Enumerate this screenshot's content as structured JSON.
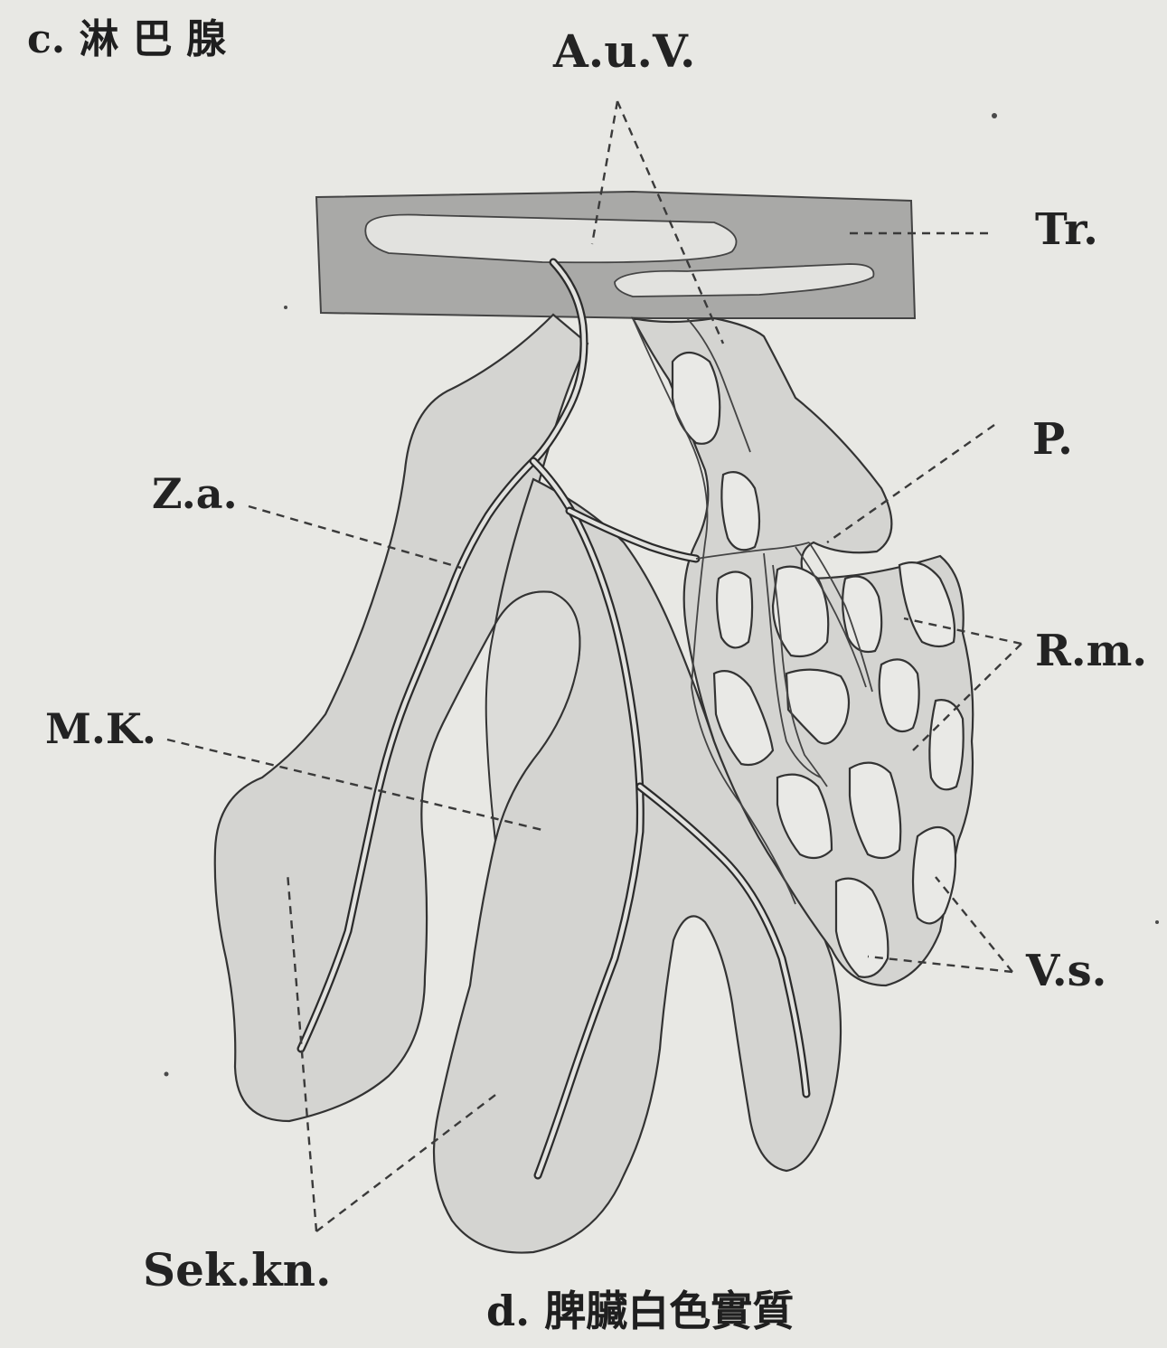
{
  "figure": {
    "caption_top": "c. 淋 巴 腺",
    "caption_bottom": "d. 脾臟白色實質",
    "labels": {
      "a_u_v": "A.u.V.",
      "tr": "Tr.",
      "p": "P.",
      "z_a": "Z.a.",
      "r_m": "R.m.",
      "m_k": "M.K.",
      "v_s": "V.s.",
      "sek_kn": "Sek.kn."
    }
  },
  "colors": {
    "background": "#e8e8e4",
    "tissue": "#d4d4d1",
    "trabecula": "#a9a9a7",
    "line": "#2b2b2b"
  }
}
